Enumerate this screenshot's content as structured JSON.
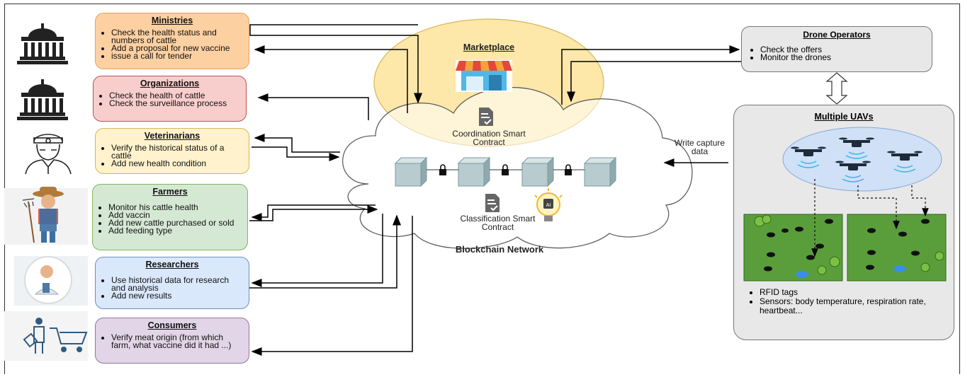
{
  "roles": {
    "ministries": {
      "title": "Ministries",
      "items": [
        "Check the health status and numbers of cattle",
        "Add a proposal for new vaccine",
        "issue a call for tender"
      ]
    },
    "organizations": {
      "title": "Organizations",
      "items": [
        "Check the health of cattle",
        "Check the surveillance process"
      ]
    },
    "veterinarians": {
      "title": "Veterinarians",
      "items": [
        "Verify the historical status of a cattle",
        "Add new health condition"
      ]
    },
    "farmers": {
      "title": "Farmers",
      "items": [
        "Monitor his cattle health",
        "Add vaccin",
        "Add new cattle purchased or sold",
        "Add feeding type"
      ]
    },
    "researchers": {
      "title": "Researchers",
      "items": [
        "Use historical data for research and analysis",
        "Add new results"
      ]
    },
    "consumers": {
      "title": "Consumers",
      "items": [
        "Verify meat  origin (from which farm, what vaccine did it had ...)"
      ]
    }
  },
  "marketplace": {
    "title": "Marketplace",
    "contract": "Coordination Smart Contract"
  },
  "blockchain": {
    "contract": "Classification Smart Contract",
    "label": "Blockchain Network",
    "ai_badge": "AI"
  },
  "write_label": "Write capture data",
  "drone_operators": {
    "title": "Drone Operators",
    "items": [
      "Check the offers",
      "Monitor the drones"
    ]
  },
  "uavs": {
    "title": "Multiple UAVs",
    "items": [
      "RFID tags",
      "Sensors: body temperature, respiration rate, heartbeat..."
    ]
  },
  "colors": {
    "ministries": "#fdd0a2",
    "ministries_border": "#e8a060",
    "organizations": "#f8cecc",
    "organizations_border": "#b85450",
    "veterinarians": "#fff2cc",
    "veterinarians_border": "#d6b656",
    "farmers": "#d5e8d4",
    "farmers_border": "#82b366",
    "researchers": "#dae8fc",
    "researchers_border": "#6c8ebf",
    "consumers": "#e1d5e7",
    "consumers_border": "#9673a6",
    "marketplace": "#fde7a9",
    "field": "#5a9e3c",
    "block": "#b8ccd0"
  }
}
